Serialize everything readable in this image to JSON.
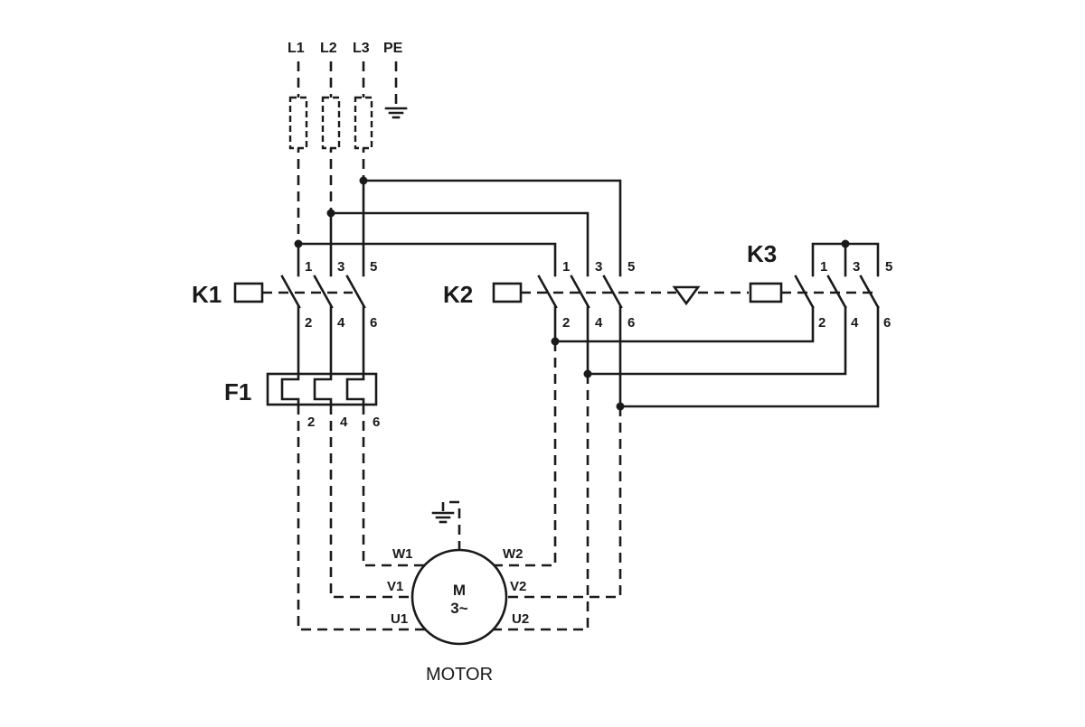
{
  "supply": {
    "lines": [
      "L1",
      "L2",
      "L3"
    ],
    "earth": "PE"
  },
  "contactors": [
    {
      "label": "K1",
      "top_pins": [
        "1",
        "3",
        "5"
      ],
      "bottom_pins": [
        "2",
        "4",
        "6"
      ]
    },
    {
      "label": "K2",
      "top_pins": [
        "1",
        "3",
        "5"
      ],
      "bottom_pins": [
        "2",
        "4",
        "6"
      ]
    },
    {
      "label": "K3",
      "top_pins": [
        "1",
        "3",
        "5"
      ],
      "bottom_pins": [
        "2",
        "4",
        "6"
      ]
    }
  ],
  "overload_relay": {
    "label": "F1",
    "pins": [
      "2",
      "4",
      "6"
    ]
  },
  "motor": {
    "symbol": "M",
    "phase": "3~",
    "terminals": {
      "w1": "W1",
      "v1": "V1",
      "u1": "U1",
      "w2": "W2",
      "v2": "V2",
      "u2": "U2"
    },
    "caption": "MOTOR"
  }
}
